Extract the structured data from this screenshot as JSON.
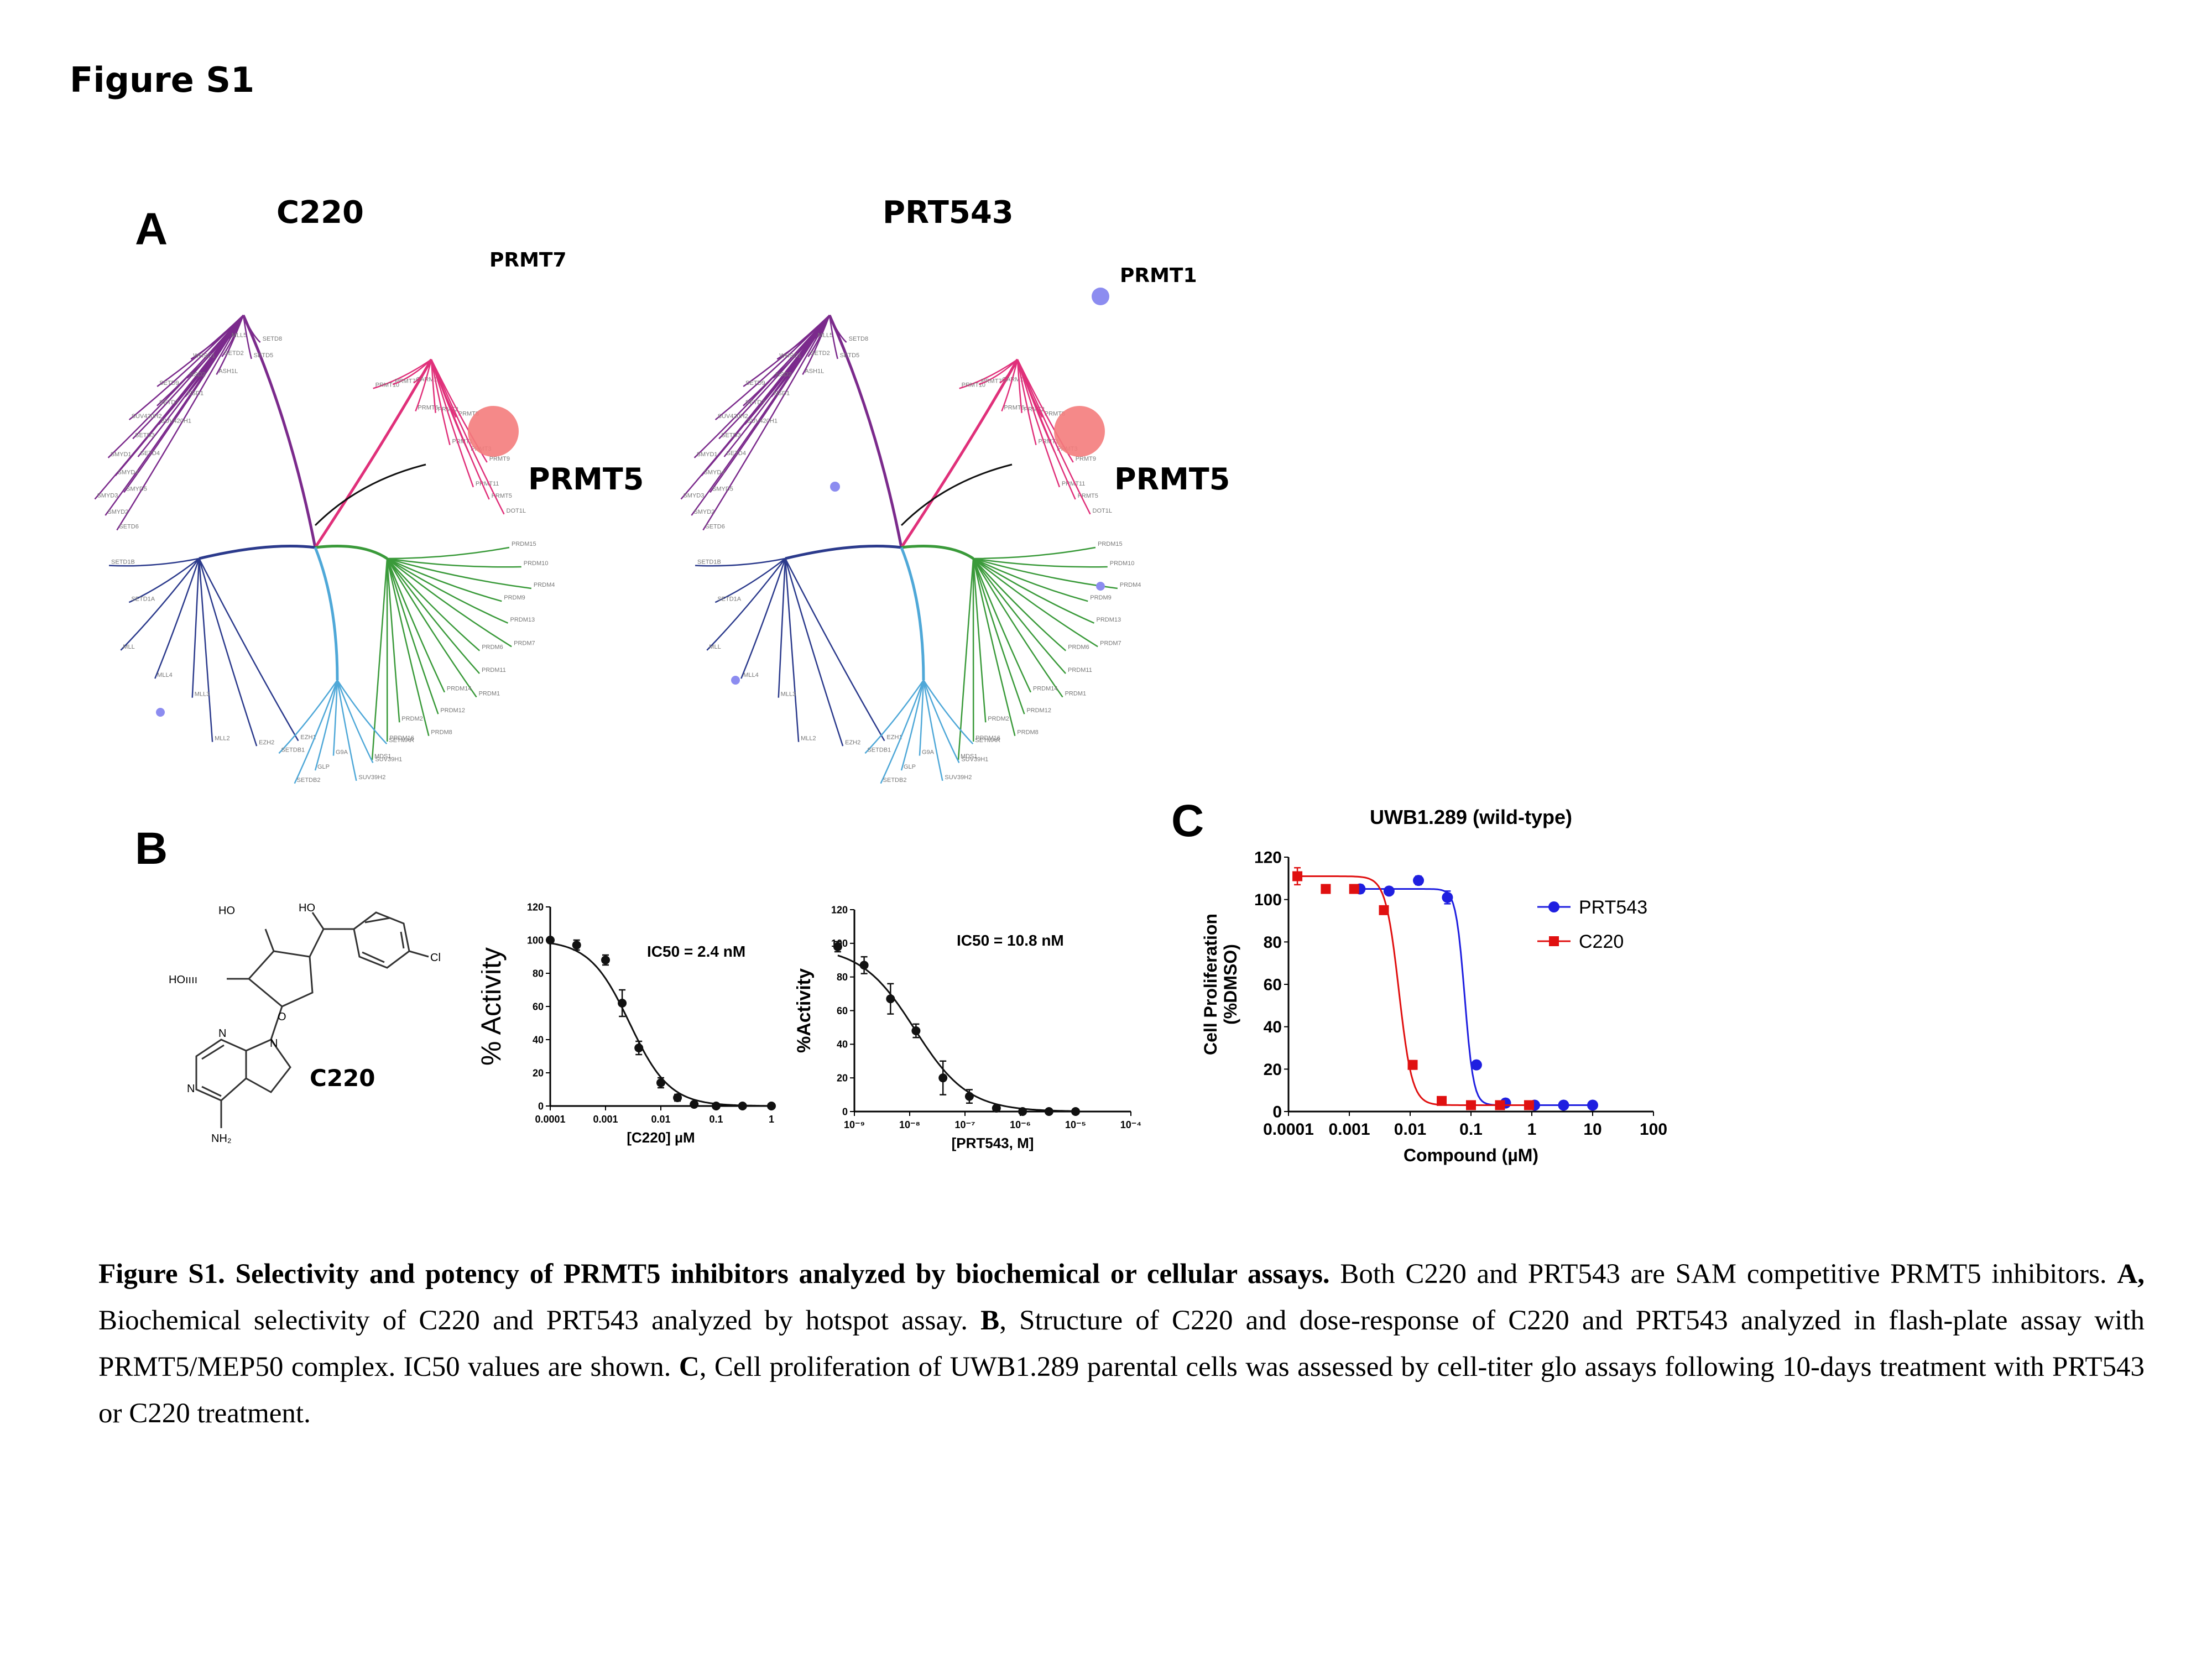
{
  "figure_title": "Figure S1",
  "panel_a": {
    "letter": "A",
    "trees": [
      {
        "title": "C220",
        "callouts": [
          "PRMT7",
          "PRMT5"
        ]
      },
      {
        "title": "PRT543",
        "callouts": [
          "PRMT1",
          "PRMT5"
        ]
      }
    ],
    "colors": {
      "purple": "#7b2a8c",
      "magenta": "#e0307a",
      "green": "#3a9a3a",
      "navy": "#2b3a8c",
      "lightblue": "#4fa8d8",
      "hit_red": "#f47c7c",
      "hit_blue": "#8c8cf0"
    },
    "leaf_labels": {
      "purple": [
        "SETD6",
        "SMYD2",
        "SMYD3",
        "SMYD5",
        "SMYD4",
        "SMYD1",
        "SETD4",
        "SETD3",
        "SUV420H2",
        "SUV420H1",
        "SETD7",
        "SETD9",
        "NSD1",
        "NSD2",
        "WHSC1",
        "ASH1L",
        "SETD2",
        "MLL5",
        "SETD5",
        "SETD8"
      ],
      "magenta": [
        "PRMT10",
        "PRMT7",
        "CARM1",
        "PRMT6",
        "PRMT2",
        "PRMT8",
        "PRMT1",
        "PRMT3",
        "PRMT9",
        "PRMT11",
        "PRMT5",
        "DOT1L"
      ],
      "green": [
        "PRDM15",
        "PRDM10",
        "PRDM4",
        "PRDM9",
        "PRDM13",
        "PRDM7",
        "PRDM6",
        "PRDM11",
        "PRDM1",
        "PRDM14",
        "PRDM12",
        "PRDM8",
        "PRDM2",
        "PRDM16",
        "MDS1"
      ],
      "navy": [
        "EZH1",
        "EZH2",
        "MLL2",
        "MLL3",
        "MLL4",
        "MLL",
        "SETD1A",
        "SETD1B"
      ],
      "lightblue": [
        "SETMAR",
        "SUV39H1",
        "SUV39H2",
        "G9A",
        "GLP",
        "SETDB2",
        "SETDB1"
      ]
    }
  },
  "panel_b": {
    "letter": "B",
    "structure_label": "C220",
    "atoms": {
      "ho1": "HO",
      "ho2": "HO",
      "ho3": "HOıııı",
      "o": "O",
      "cl": "Cl",
      "n1": "N",
      "n2": "N",
      "n3": "N",
      "nh2": "NH₂"
    }
  },
  "chart_data": [
    {
      "type": "scatter",
      "panel": "B (left)",
      "annotation": "IC50 = 2.4 nM",
      "xlabel": "[C220] µM",
      "ylabel": "% Activity",
      "x_scale": "log",
      "xlim": [
        0.0001,
        1
      ],
      "ylim": [
        0,
        120
      ],
      "x_ticks": [
        "0.0001",
        "0.001",
        "0.01",
        "0.1",
        "1"
      ],
      "y_ticks": [
        "0",
        "20",
        "40",
        "60",
        "80",
        "100",
        "120"
      ],
      "series": [
        {
          "x": [
            0.0001,
            0.0003,
            0.001,
            0.002,
            0.004,
            0.01,
            0.02,
            0.04,
            0.1,
            0.3,
            1
          ],
          "y": [
            100,
            97,
            88,
            62,
            35,
            14,
            5,
            1,
            0,
            0,
            0
          ],
          "err": [
            1,
            3,
            3,
            8,
            4,
            3,
            2,
            1,
            0,
            0,
            0
          ]
        }
      ]
    },
    {
      "type": "scatter",
      "panel": "B (right)",
      "annotation": "IC50 = 10.8 nM",
      "xlabel": "[PRT543, M]",
      "ylabel": "%Activity",
      "x_scale": "log",
      "xlim": [
        1e-09,
        0.0001
      ],
      "ylim": [
        0,
        120
      ],
      "x_ticks": [
        "10⁻⁹",
        "10⁻⁸",
        "10⁻⁷",
        "10⁻⁶",
        "10⁻⁵",
        "10⁻⁴"
      ],
      "y_ticks": [
        "0",
        "20",
        "40",
        "60",
        "80",
        "100",
        "120"
      ],
      "series": [
        {
          "x": [
            5e-10,
            1.5e-09,
            4.5e-09,
            1.3e-08,
            4e-08,
            1.2e-07,
            3.7e-07,
            1.1e-06,
            3.3e-06,
            1e-05
          ],
          "y": [
            98,
            87,
            67,
            48,
            20,
            9,
            2,
            0,
            0,
            0
          ],
          "err": [
            3,
            5,
            9,
            4,
            10,
            4,
            1,
            0,
            0,
            0
          ]
        }
      ]
    },
    {
      "type": "scatter",
      "panel": "C",
      "title": "UWB1.289 (wild-type)",
      "xlabel": "Compound (µM)",
      "ylabel": "Cell Proliferation (%DMSO)",
      "ylabel_lines": [
        "Cell Proliferation",
        "(%DMSO)"
      ],
      "x_scale": "log",
      "xlim": [
        0.0001,
        100
      ],
      "ylim": [
        0,
        120
      ],
      "x_ticks": [
        "0.0001",
        "0.001",
        "0.01",
        "0.1",
        "1",
        "10",
        "100"
      ],
      "y_ticks": [
        "0",
        "20",
        "40",
        "60",
        "80",
        "100",
        "120"
      ],
      "legend_position": "right",
      "series": [
        {
          "name": "PRT543",
          "color": "#1f1fe0",
          "marker": "circle",
          "x": [
            0.0015,
            0.0045,
            0.0137,
            0.041,
            0.123,
            0.37,
            1.11,
            3.33,
            10
          ],
          "y": [
            105,
            104,
            109,
            101,
            22,
            4,
            3,
            3,
            3
          ],
          "err": [
            2,
            1,
            2,
            3,
            1,
            0,
            0,
            0,
            0
          ]
        },
        {
          "name": "C220",
          "color": "#e01010",
          "marker": "square",
          "x": [
            0.00014,
            0.00041,
            0.0012,
            0.0037,
            0.011,
            0.033,
            0.1,
            0.3,
            0.9
          ],
          "y": [
            111,
            105,
            105,
            95,
            22,
            5,
            3,
            3,
            3
          ],
          "err": [
            4,
            1,
            2,
            1,
            2,
            1,
            0,
            0,
            0
          ]
        }
      ]
    }
  ],
  "panel_c": {
    "letter": "C"
  },
  "caption": {
    "head": "Figure S1. Selectivity and potency of PRMT5 inhibitors analyzed by biochemical or cellular assays.",
    "s1": " Both C220 and PRT543 are SAM competitive PRMT5 inhibitors.  ",
    "a_letter": "A,",
    "s2": " Biochemical selectivity of C220 and PRT543 analyzed by hotspot assay. ",
    "b_letter": "B",
    "s3": ", Structure of C220 and dose-response of C220 and PRT543 analyzed in flash-plate assay with PRMT5/MEP50 complex. IC50 values are shown. ",
    "c_letter": "C",
    "s4": ", Cell proliferation of UWB1.289 parental cells was assessed by cell-titer glo assays following 10-days treatment with PRT543 or C220 treatment."
  }
}
